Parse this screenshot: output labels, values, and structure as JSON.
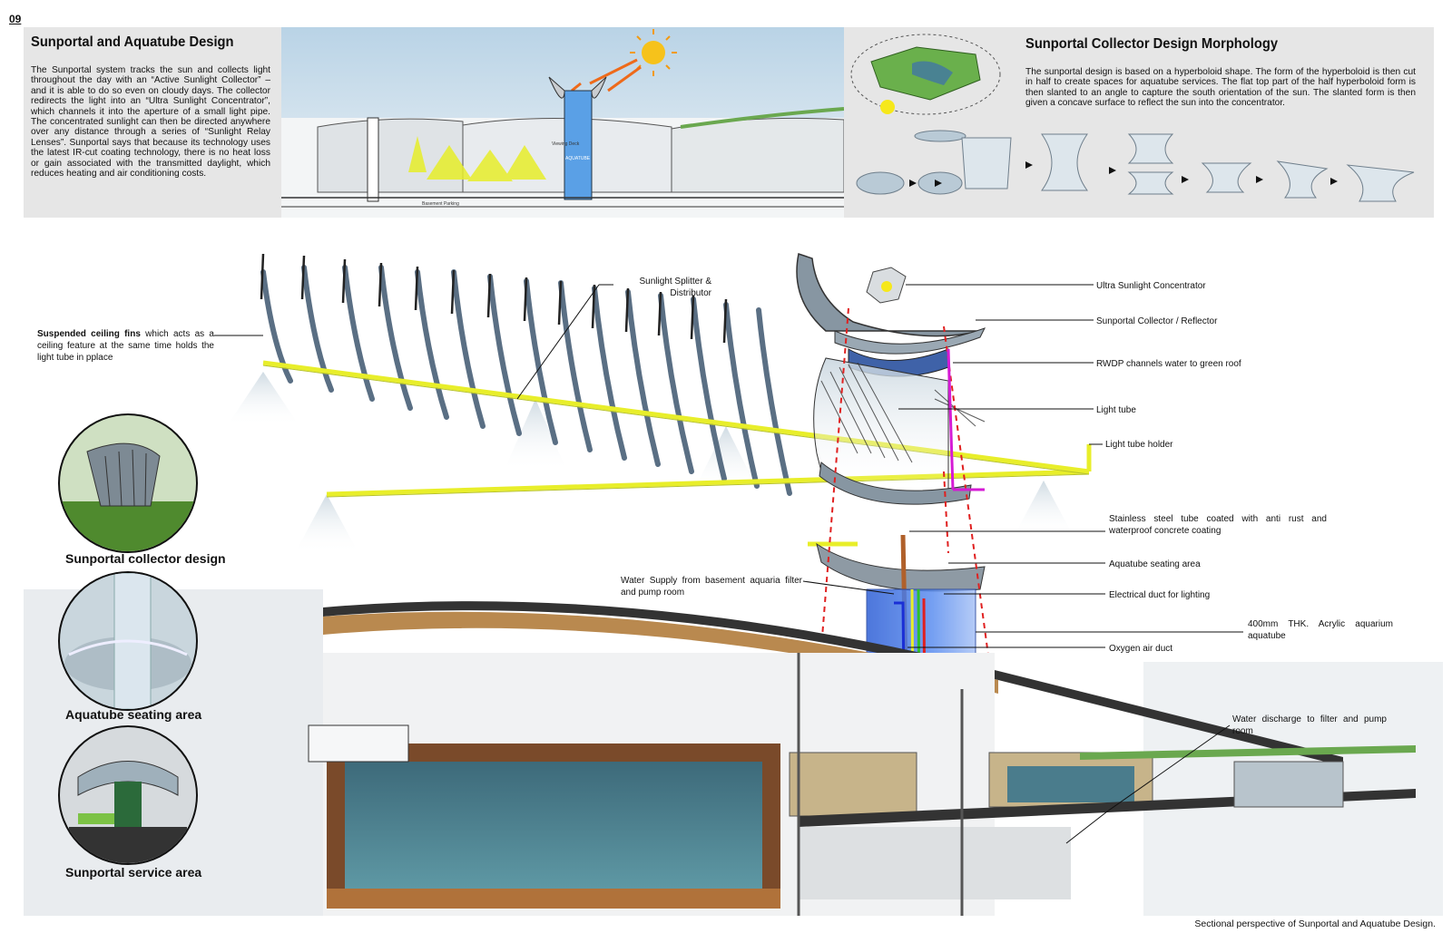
{
  "page_number": "09",
  "intro": {
    "title": "Sunportal and Aquatube Design",
    "body": "The Sunportal system tracks the sun and collects light throughout the day with an “Active Sunlight Collector” – and it is able to do so even on cloudy days. The collector redirects the light into an “Ultra Sunlight Concentrator”, which channels it into the aperture of a small light pipe. The concentrated sunlight can then be directed anywhere over any distance through a series of “Sunlight Relay Lenses”. Sunportal says that because its technology uses the latest IR-cut coating technology, there is no heat loss or gain associated with the transmitted daylight, which reduces heating and air conditioning costs."
  },
  "morphology": {
    "title": "Sunportal Collector Design Morphology",
    "body": "The sunportal design is based on a hyperboloid shape. The form of the hyperboloid is then cut in half to create spaces for aquatube services. The flat top part of the half hyperboloid form is then slanted to an angle to capture the south orientation of the sun. The slanted form is then given a concave surface to reflect the sun into the concentrator."
  },
  "section_labels": {
    "basement_parking": "Basement Parking",
    "aquatube": "AQUATUBE",
    "viewing_deck": "Viewing Deck"
  },
  "callouts": {
    "suspended_fins_bold": "Suspended ceiling fins",
    "suspended_fins_rest": " which acts as a ceiling feature at the same time holds the light tube in pplace",
    "sunlight_splitter": "Sunlight Splitter & Distributor",
    "ultra_concentrator": "Ultra Sunlight Concentrator",
    "collector_reflector": "Sunportal Collector / Reflector",
    "rwdp": "RWDP channels water to green roof",
    "light_tube": "Light tube",
    "light_tube_holder": "Light tube holder",
    "stainless_tube": "Stainless steel tube coated with anti rust and waterproof concrete coating",
    "aquatube_seating": "Aquatube seating area",
    "water_supply": "Water Supply from basement aquaria filter and pump room",
    "electrical_duct": "Electrical duct for lighting",
    "acrylic_aquarium": "400mm THK. Acrylic aquarium aquatube",
    "oxygen_duct": "Oxygen air duct",
    "water_discharge": "Water discharge to filter and pump room"
  },
  "insets": [
    {
      "caption": "Sunportal collector design"
    },
    {
      "caption": "Aquatube seating area"
    },
    {
      "caption": "Sunportal service area"
    }
  ],
  "figure_caption": "Sectional perspective of Sunportal and Aquatube Design.",
  "colors": {
    "light_tube": "#e8ee2a",
    "acrylic": "#3b6fe0",
    "panel_bg": "#e6e6e6",
    "red_dash": "#e02020",
    "roof_green": "#6aa84f"
  }
}
